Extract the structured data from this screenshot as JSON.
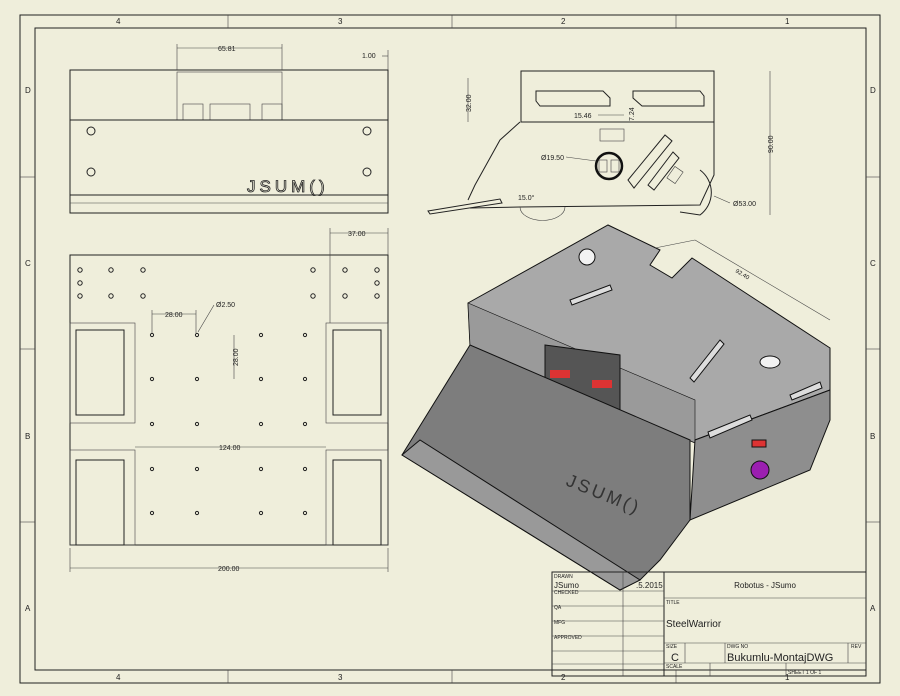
{
  "zones": {
    "columns": [
      "4",
      "3",
      "2",
      "1"
    ],
    "rows": [
      "D",
      "C",
      "B",
      "A"
    ]
  },
  "dimensions": {
    "front": {
      "width": "65.81",
      "lip": "1.00"
    },
    "plan": {
      "side": "37.00",
      "hole_spacing_x": "28.00",
      "hole_diameter": "Ø2.50",
      "hole_spacing_y": "28.00",
      "inner_width": "124.00",
      "overall_width": "200.00"
    },
    "side": {
      "top_height": "32.00",
      "slot_offset": "15.46",
      "slot_height": "7.24",
      "switch_diameter": "Ø19.50",
      "blade_angle": "15.0°",
      "wheel_diameter": "Ø53.00",
      "overall_height": "90.00"
    },
    "iso": {
      "length": "92.40"
    }
  },
  "logo_text": "JSUM()",
  "title_block": {
    "drawn_label": "DRAWN",
    "drawn_by": "JSumo",
    "drawn_date": ".5.2015",
    "checked_label": "CHECKED",
    "qa_label": "QA",
    "mfg_label": "MFG",
    "approved_label": "APPROVED",
    "company": "Robotus - JSumo",
    "title_label": "TITLE",
    "title": "SteelWarrior",
    "size_label": "SIZE",
    "size": "C",
    "dwg_no_label": "DWG NO",
    "dwg_no": "Bukumlu-MontajDWG",
    "rev_label": "REV",
    "scale_label": "SCALE",
    "sheet": "SHEET 1  OF 1"
  }
}
